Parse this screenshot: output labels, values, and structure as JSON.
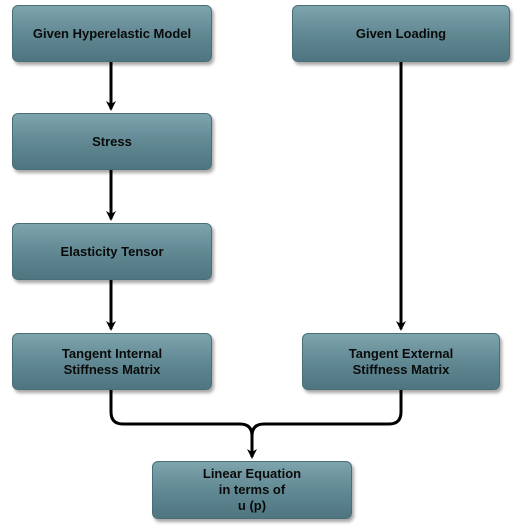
{
  "nodes": {
    "hyperelastic_model": "Given Hyperelastic Model",
    "given_loading": "Given Loading",
    "stress": "Stress",
    "elasticity_tensor": "Elasticity Tensor",
    "tangent_internal": "Tangent Internal\nStiffness Matrix",
    "tangent_external": "Tangent External\nStiffness Matrix",
    "linear_equation": "Linear Equation\nin terms of\nu (p)"
  },
  "colors": {
    "box_fill": "#5f8791",
    "box_border": "#4a6e78",
    "arrow": "#000000",
    "text": "#0a0a0a"
  }
}
